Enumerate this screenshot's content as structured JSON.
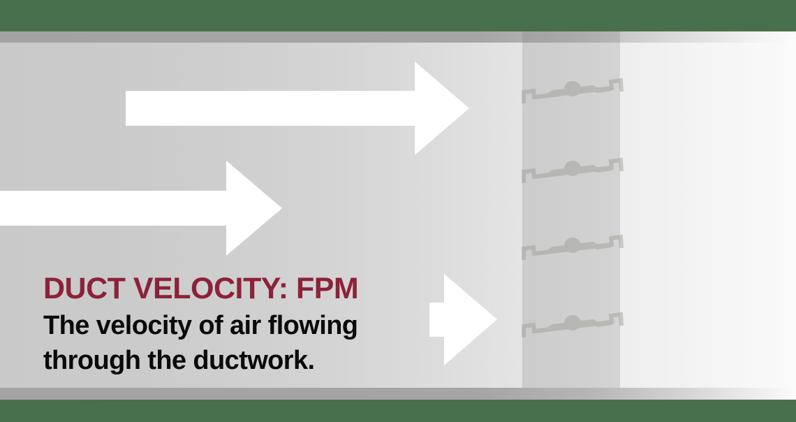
{
  "graphic": {
    "kind": "hvac-duct-velocity-illustration",
    "colors": {
      "frame_green": "#49704d",
      "title_maroon": "#8c2239",
      "body_text": "#0a0a0a",
      "arrow_white": "#ffffff",
      "duct_light": "#c9c9c9",
      "duct_highlight": "#fafafa",
      "duct_wall_shadow": "#a3a3a3",
      "damper_band": "#b4b4b4"
    }
  },
  "caption": {
    "title": "DUCT VELOCITY: FPM",
    "line1": "The velocity of air flowing",
    "line2": "through the ductwork."
  },
  "arrows": [
    {
      "name": "airflow-arrow-top",
      "direction": "right"
    },
    {
      "name": "airflow-arrow-middle",
      "direction": "right"
    },
    {
      "name": "airflow-arrow-bottom",
      "direction": "right"
    }
  ],
  "damper": {
    "label": "damper-section",
    "blade_count": 4,
    "blade_tops": [
      108,
      222,
      332,
      443
    ]
  }
}
